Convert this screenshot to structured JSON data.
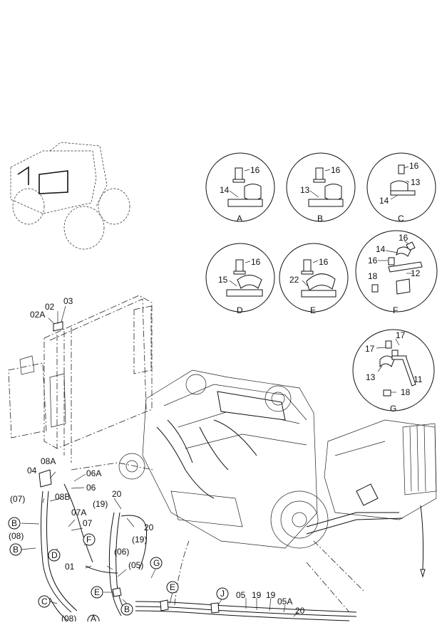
{
  "details": [
    {
      "letter": "A",
      "parts": [
        "16",
        "14"
      ]
    },
    {
      "letter": "B",
      "parts": [
        "16",
        "13"
      ]
    },
    {
      "letter": "C",
      "parts": [
        "16",
        "13",
        "14"
      ]
    },
    {
      "letter": "D",
      "parts": [
        "16",
        "15"
      ]
    },
    {
      "letter": "E",
      "parts": [
        "16",
        "22"
      ]
    },
    {
      "letter": "F",
      "parts": [
        "16",
        "14",
        "16",
        "18",
        "12"
      ]
    },
    {
      "letter": "G",
      "parts": [
        "17",
        "17",
        "13",
        "11",
        "18"
      ]
    }
  ],
  "callouts": {
    "c02": "02",
    "c03": "03",
    "c02a": "02A",
    "c08a": "08A",
    "c04": "04",
    "c06a": "06A",
    "c06": "06",
    "c07": "(07)",
    "c08b": "08B",
    "c20a": "20",
    "c19a": "(19)",
    "c07a": "07A",
    "c07b": "07",
    "c20b": "20",
    "c08": "(08)",
    "c19b": "(19)",
    "c06p": "(06)",
    "c01": "01",
    "c05p": "(05)",
    "c05": "05",
    "c19c": "19",
    "c19d": "19",
    "c05a": "05A",
    "c20c": "20",
    "c08c": "(08)"
  },
  "circle_tags": {
    "b1": "B",
    "b2": "B",
    "d1": "D",
    "f1": "F",
    "g1": "G",
    "e1": "E",
    "e2": "E",
    "j1": "J",
    "c1": "C",
    "b3": "B",
    "a1": "A"
  }
}
